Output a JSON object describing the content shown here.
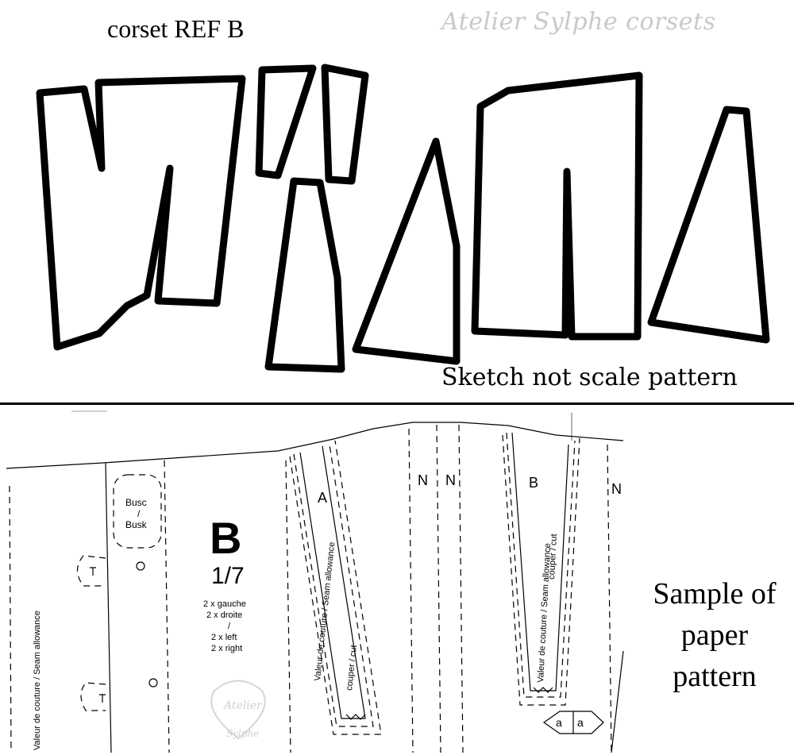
{
  "header": {
    "title": "corset REF B",
    "brand": "Atelier Sylphe corsets"
  },
  "sketch": {
    "note": "Sketch not scale pattern"
  },
  "paper_pattern": {
    "busk_label_1": "Busc",
    "busk_label_2": "/",
    "busk_label_3": "Busk",
    "piece_letter": "B",
    "piece_count": "1/7",
    "cut_1": "2 x gauche",
    "cut_2": "2 x droite",
    "cut_3": "/",
    "cut_4": "2 x left",
    "cut_5": "2 x right",
    "seam_allowance": "Valeur de couture / Seam allowance",
    "cut_label": "couper / cut",
    "mark_a": "A",
    "mark_b": "B",
    "mark_n": "N",
    "notch_a": "a",
    "logo_text_1": "Atelier",
    "logo_text_2": "Sylphe"
  },
  "sample": {
    "line1": "Sample of",
    "line2": "paper",
    "line3": "pattern"
  }
}
